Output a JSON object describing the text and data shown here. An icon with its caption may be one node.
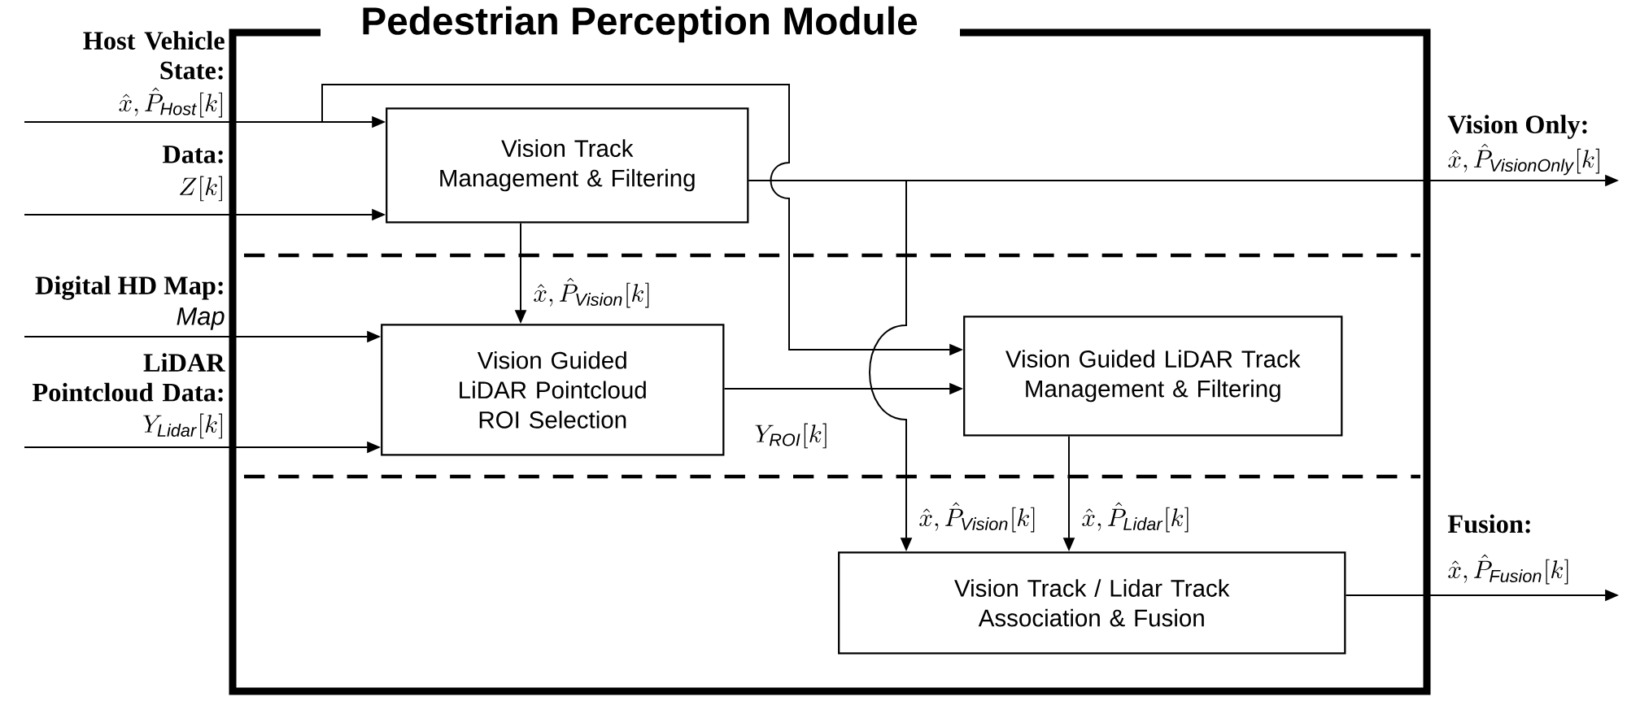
{
  "diagram": {
    "nodes": [
      {
        "text": [
          "Pedestrian Perception Module"
        ]
      },
      {
        "text": [
          "Vision Track Management & Filtering"
        ],
        "in": 0
      },
      {
        "text": [
          "Vision Guided LiDAR Pointcloud ROI Selection"
        ],
        "in": 0
      },
      {
        "text": [
          "Vision Guided LiDAR Track Management & Filtering"
        ],
        "in": 0
      },
      {
        "text": [
          "Vision Track / Lidar Track Association & Fusion"
        ],
        "in": 0
      }
    ],
    "edges": [
      {
        "from": null,
        "to": 1,
        "arrow": "to"
      },
      {
        "from": null,
        "to": 3,
        "arrow": "to"
      },
      {
        "from": null,
        "to": 1,
        "arrow": "to"
      },
      {
        "from": null,
        "to": 2,
        "arrow": "to"
      },
      {
        "from": null,
        "to": 2,
        "arrow": "to"
      },
      {
        "from": 1,
        "to": 2,
        "arrow": "to",
        "label": "\\hat{x},\\hat{P}_{\\mathit{Vision}}[k]"
      },
      {
        "from": 1,
        "to": null,
        "arrow": "to",
        "label": "\\hat{x},\\hat{P}_{\\mathit{VisionOnly}}[k]"
      },
      {
        "from": 1,
        "to": 4,
        "arrow": "to",
        "label": "\\hat{x},\\hat{P}_{\\mathit{Vision}}[k]"
      },
      {
        "from": 2,
        "to": 3,
        "arrow": "to",
        "label": "Y_{\\mathit{ROI}}[k]"
      },
      {
        "from": 3,
        "to": 4,
        "arrow": "to",
        "label": "\\hat{x},\\hat{P}_{\\mathit{Lidar}}[k]"
      },
      {
        "from": 4,
        "to": null,
        "arrow": "to",
        "label": "\\hat{x},\\hat{P}_{\\mathit{Fusion}}[k]"
      }
    ],
    "labels": [
      "Host Vehicle State:",
      "\\hat{x},\\hat{P}_{\\mathit{Host}}[k]",
      "Data:",
      "Z[k]",
      "Vision Only:",
      "Digital HD Map:",
      "\\mathit{Map}",
      "LiDAR Pointcloud Data:",
      "Y_{\\mathit{Lidar}}[k]",
      "Fusion:"
    ]
  }
}
